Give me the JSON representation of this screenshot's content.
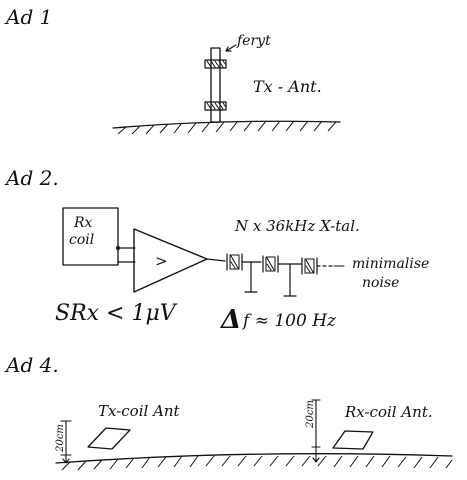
{
  "sections": [
    {
      "heading": "Ad 1",
      "labels": {
        "ferrite": "feryt",
        "antenna": "Tx - Ant."
      }
    },
    {
      "heading": "Ad 2.",
      "labels": {
        "rx_coil_line1": "Rx",
        "rx_coil_line2": "coil",
        "amp_symbol": ">",
        "crystals": "N x 36kHz X-tal.",
        "noise_line1": "minimalise",
        "noise_line2": "noise",
        "sensitivity": "SRx < 1μV",
        "bandwidth_delta": "Δ",
        "bandwidth": "f ≈ 100 Hz"
      }
    },
    {
      "heading": "Ad 4.",
      "labels": {
        "tx_height": "20cm",
        "tx_antenna": "Tx-coil Ant",
        "rx_height": "20cm",
        "rx_antenna": "Rx-coil Ant."
      }
    }
  ]
}
